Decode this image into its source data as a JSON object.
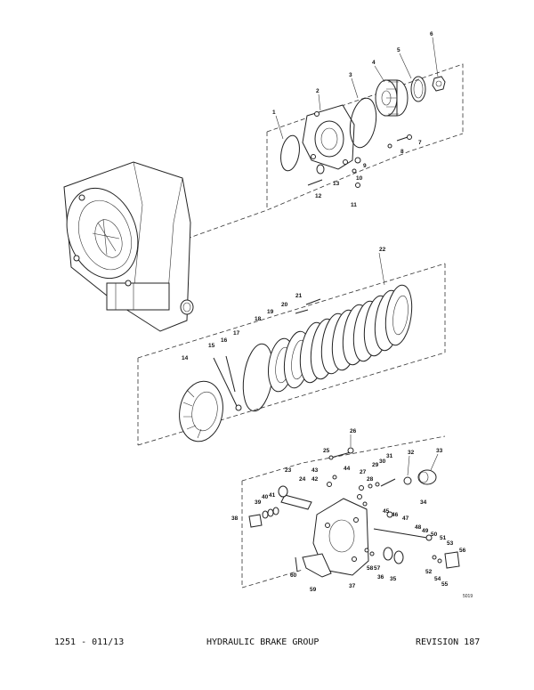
{
  "footer": {
    "left": "1251 - 011/13",
    "center": "HYDRAULIC BRAKE GROUP",
    "right": "REVISION 187"
  },
  "drawing_number": "5019",
  "callouts": [
    "1",
    "2",
    "3",
    "4",
    "5",
    "6",
    "7",
    "8",
    "9",
    "10",
    "11",
    "12",
    "13",
    "14",
    "15",
    "16",
    "17",
    "18",
    "19",
    "20",
    "21",
    "22",
    "23",
    "24",
    "25",
    "26",
    "27",
    "28",
    "29",
    "30",
    "31",
    "32",
    "33",
    "34",
    "35",
    "36",
    "37",
    "38",
    "39",
    "40",
    "41",
    "42",
    "43",
    "44",
    "45",
    "46",
    "47",
    "48",
    "49",
    "50",
    "51",
    "52",
    "53",
    "54",
    "55",
    "56",
    "57",
    "58",
    "59",
    "60"
  ]
}
